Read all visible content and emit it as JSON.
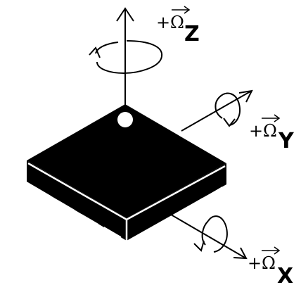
{
  "colors": {
    "ink": "#000000",
    "paper": "#ffffff"
  },
  "labels": {
    "z": {
      "sign": "+",
      "omega": "Ω",
      "axis": "Z"
    },
    "y": {
      "sign": "+",
      "omega": "Ω",
      "axis": "Y"
    },
    "x": {
      "sign": "+",
      "omega": "Ω",
      "axis": "X"
    }
  }
}
